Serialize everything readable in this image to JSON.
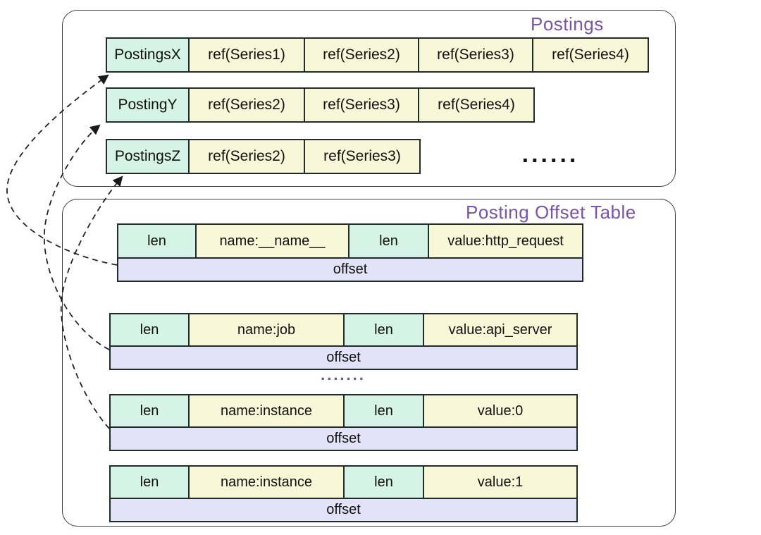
{
  "postings": {
    "title": "Postings",
    "rows": [
      {
        "key": "PostingsX",
        "refs": [
          "ref(Series1)",
          "ref(Series2)",
          "ref(Series3)",
          "ref(Series4)"
        ]
      },
      {
        "key": "PostingY",
        "refs": [
          "ref(Series2)",
          "ref(Series3)",
          "ref(Series4)"
        ]
      },
      {
        "key": "PostingsZ",
        "refs": [
          "ref(Series2)",
          "ref(Series3)"
        ]
      }
    ],
    "ellipsis": "......"
  },
  "offset_table": {
    "title": "Posting Offset Table",
    "entries": [
      {
        "len1": "len",
        "name": "name:__name__",
        "len2": "len",
        "value": "value:http_request",
        "offset": "offset"
      },
      {
        "len1": "len",
        "name": "name:job",
        "len2": "len",
        "value": "value:api_server",
        "offset": "offset"
      },
      {
        "len1": "len",
        "name": "name:instance",
        "len2": "len",
        "value": "value:0",
        "offset": "offset"
      },
      {
        "len1": "len",
        "name": "name:instance",
        "len2": "len",
        "value": "value:1",
        "offset": "offset"
      }
    ],
    "ellipsis": "......."
  },
  "colors": {
    "key_cell": "#d6f3e8",
    "ref_cell": "#f8f8d9",
    "offset_bar": "#e2e2f8",
    "cell_border": "#212b27",
    "box_border": "#3d3d3d",
    "title": "#7b52ae",
    "arrow": "#1a1a1a",
    "dots_top": "#141414",
    "dots_mid": "#5d5d7d"
  }
}
